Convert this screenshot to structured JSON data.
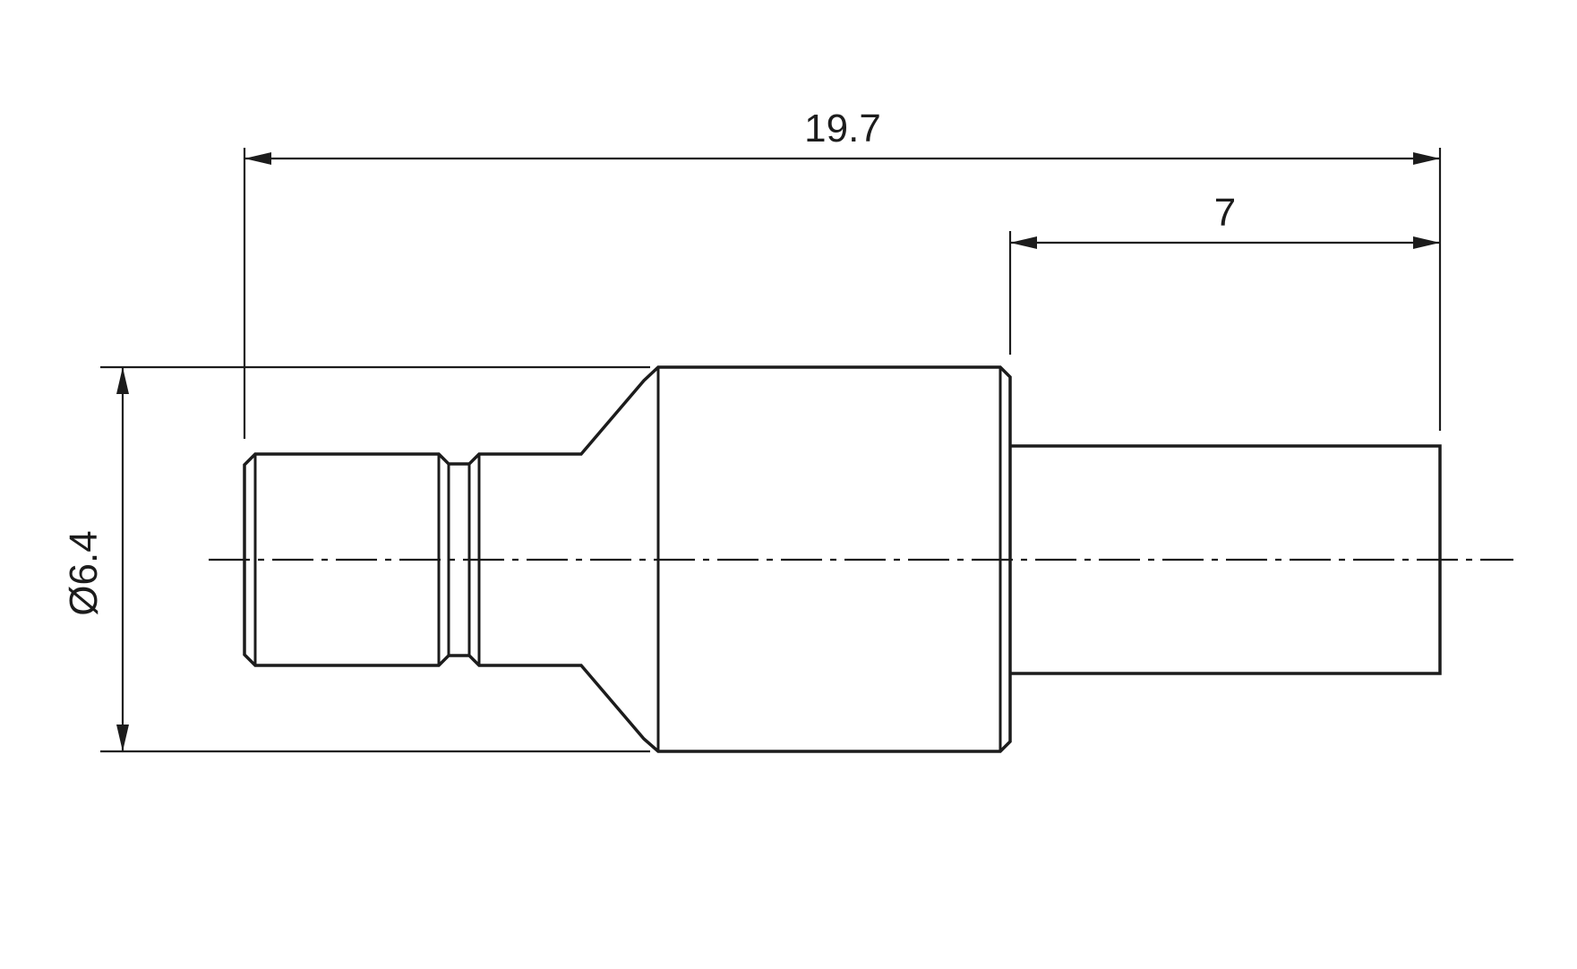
{
  "drawing": {
    "background_color": "#ffffff",
    "line_color": "#1c1c1c",
    "dimensions": {
      "overall_length": "19.7",
      "right_shaft_length": "7",
      "body_diameter": "Ø6.4"
    }
  }
}
